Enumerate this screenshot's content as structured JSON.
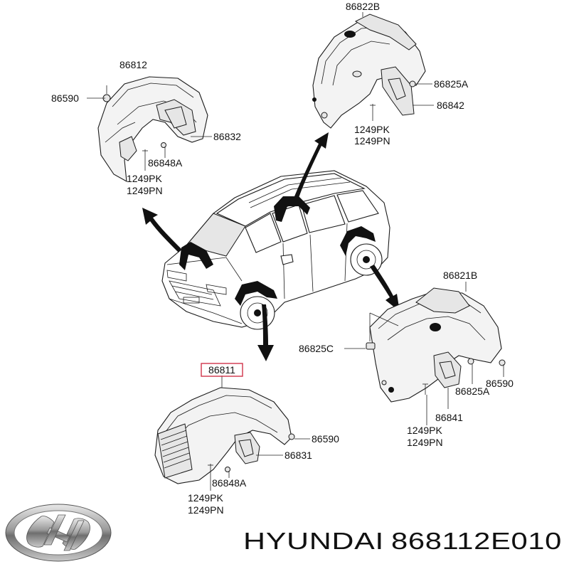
{
  "labels": {
    "p86822B": "86822B",
    "p86825A_top": "86825A",
    "p86842": "86842",
    "p1249PK_top": "1249PK",
    "p1249PN_top": "1249PN",
    "p86812": "86812",
    "p86590_left": "86590",
    "p86832": "86832",
    "p86848A_left": "86848A",
    "p1249PK_left": "1249PK",
    "p1249PN_left": "1249PN",
    "p86821B": "86821B",
    "p86825C": "86825C",
    "p86590_right": "86590",
    "p86825A_right": "86825A",
    "p86841": "86841",
    "p1249PK_right": "1249PK",
    "p1249PN_right": "1249PN",
    "p86811": "86811",
    "p86590_bottom": "86590",
    "p86831": "86831",
    "p86848A_bottom": "86848A",
    "p1249PK_bottom": "1249PK",
    "p1249PN_bottom": "1249PN"
  },
  "highlight_color": "#d0344a",
  "footer": {
    "brand": "HYUNDAI",
    "part_number": "868112E010"
  },
  "logo_icon": "hyundai-logo-icon"
}
